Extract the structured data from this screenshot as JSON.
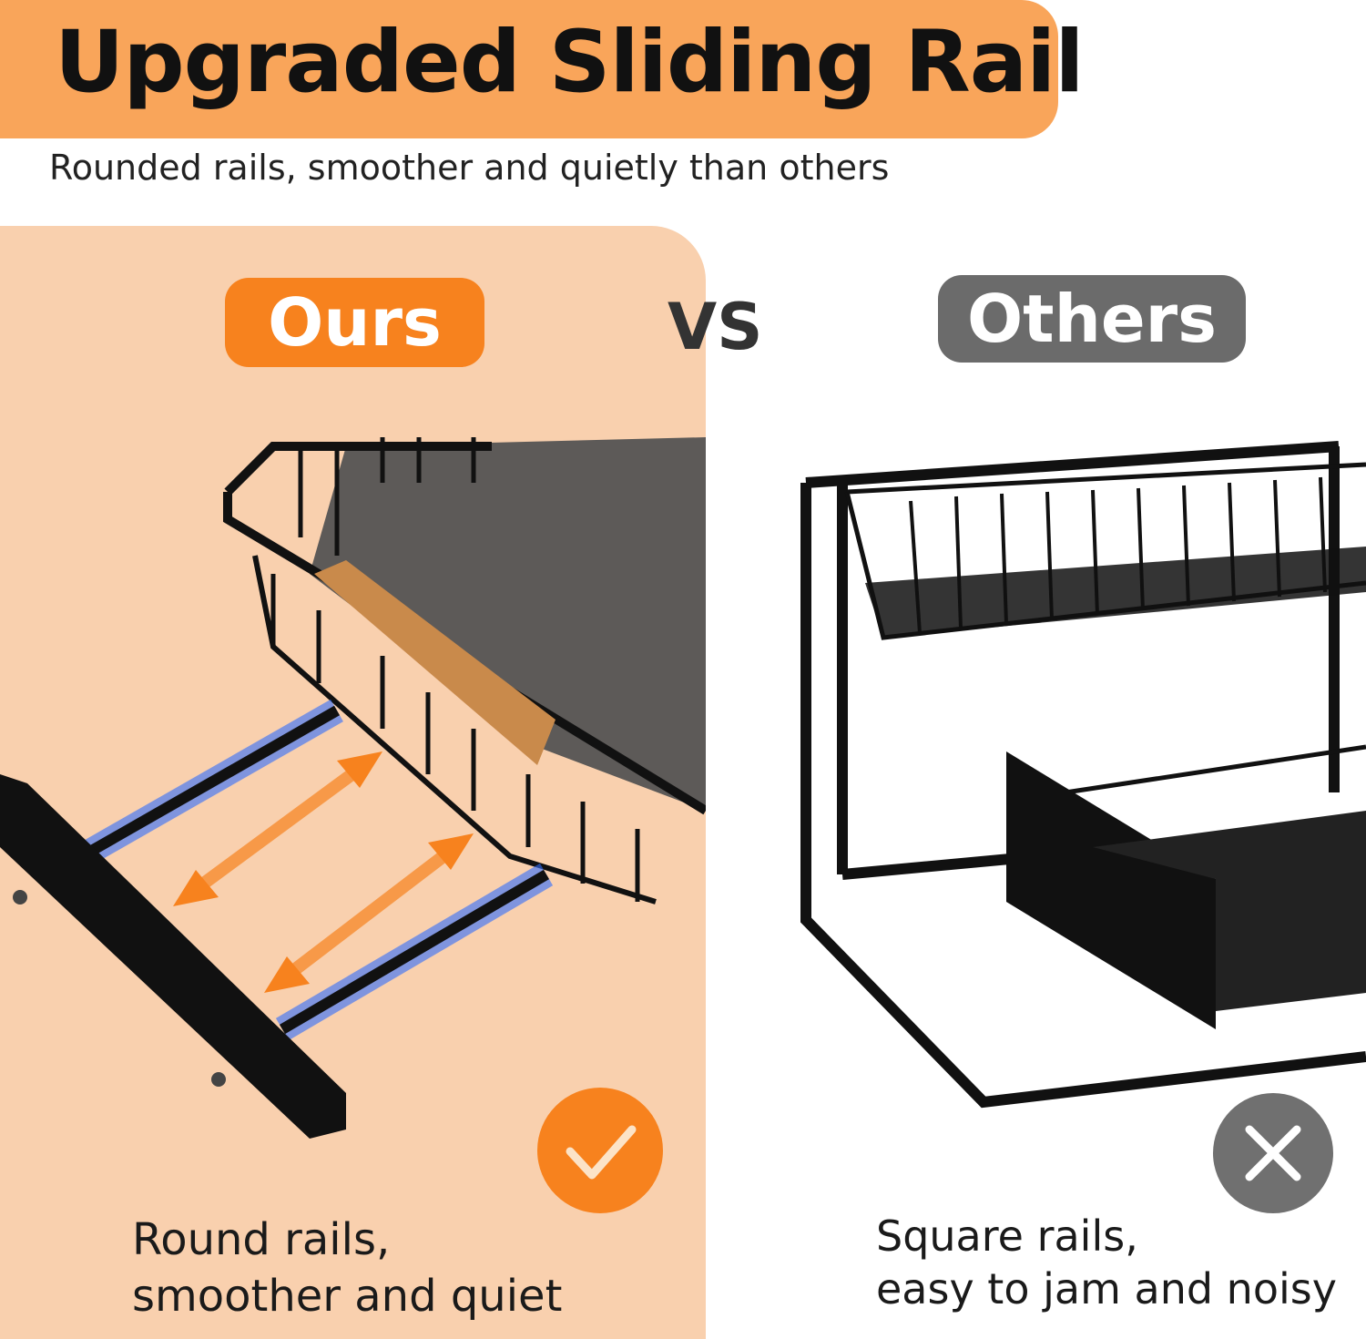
{
  "header": {
    "title": "Upgraded Sliding Rail",
    "subtitle": "Rounded rails, smoother and quietly than others"
  },
  "comparison": {
    "ours_label": "Ours",
    "vs_label": "VS",
    "others_label": "Others",
    "ours_caption_line1": "Round rails,",
    "ours_caption_line2": "smoother and quiet",
    "others_caption_line1": "Square rails,",
    "others_caption_line2": "easy to jam and noisy"
  },
  "colors": {
    "banner": "#F9A55A",
    "panel": "#F9D0AE",
    "accent": "#F7821E",
    "gray": "#6b6b6b",
    "rail_glow": "#2f6dff"
  }
}
